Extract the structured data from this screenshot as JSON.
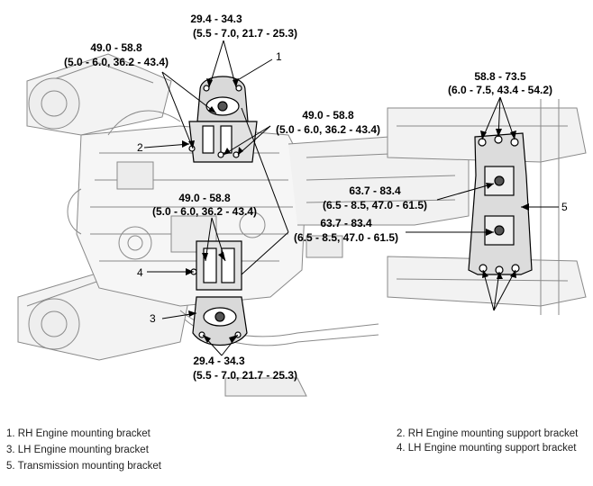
{
  "torque_specs": [
    {
      "value": "29.4 - 34.3",
      "conv": "(5.5 - 7.0, 21.7 - 25.3)"
    },
    {
      "value": "49.0 - 58.8",
      "conv": "(5.0 - 6.0, 36.2 - 43.4)"
    },
    {
      "value": "49.0 - 58.8",
      "conv": "(5.0 - 6.0, 36.2 - 43.4)"
    },
    {
      "value": "58.8 - 73.5",
      "conv": "(6.0 - 7.5, 43.4 - 54.2)"
    },
    {
      "value": "49.0 - 58.8",
      "conv": "(5.0 - 6.0, 36.2 - 43.4)"
    },
    {
      "value": "63.7 - 83.4",
      "conv": "(6.5 - 8.5, 47.0 - 61.5)"
    },
    {
      "value": "63.7 - 83.4",
      "conv": "(6.5 - 8.5, 47.0 - 61.5)"
    },
    {
      "value": "29.4 - 34.3",
      "conv": "(5.5 - 7.0, 21.7 - 25.3)"
    }
  ],
  "callouts": [
    "1",
    "2",
    "3",
    "4",
    "5"
  ],
  "legend": {
    "item1": "1. RH Engine mounting bracket",
    "item2": "2. RH Engine mounting support bracket",
    "item3": "3. LH Engine mounting bracket",
    "item4": "4. LH Engine mounting support bracket",
    "item5": "5. Transmission mounting bracket"
  }
}
